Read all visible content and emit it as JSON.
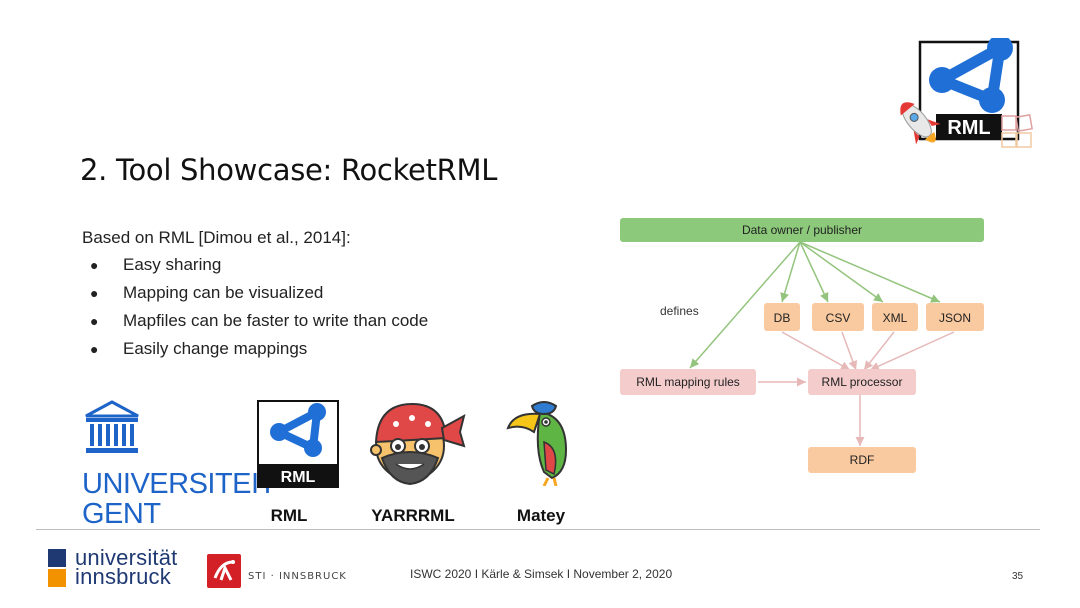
{
  "slide": {
    "title": "2. Tool Showcase: RocketRML",
    "intro": "Based on RML [Dimou et al., 2014]:",
    "bullets": [
      "Easy sharing",
      "Mapping can be visualized",
      "Mapfiles can be faster to write than code",
      "Easily change mappings"
    ]
  },
  "corner_logo": {
    "label": "RML",
    "icon": "rocket-rml-logo"
  },
  "diagram": {
    "owner": "Data owner / publisher",
    "defines": "defines",
    "formats": [
      "DB",
      "CSV",
      "XML",
      "JSON"
    ],
    "mapping_rules": "RML mapping rules",
    "processor": "RML processor",
    "output": "RDF",
    "colors": {
      "green": "#8cc97a",
      "orange": "#f9c9a0",
      "pink": "#f4cccc",
      "arrow_green": "#93c47d",
      "arrow_pink": "#e6b8b8"
    }
  },
  "logos": {
    "ugent_line1": "UNIVERSITEIT",
    "ugent_line2": "GENT",
    "rml_badge": "RML",
    "rml_caption": "RML",
    "yarrrml_caption": "YARRRML",
    "matey_caption": "Matey"
  },
  "footer": {
    "uibk_line1": "universität",
    "uibk_line2": "innsbruck",
    "sti": "STI · INNSBRUCK",
    "citation": "ISWC 2020 I Kärle & Simsek I November 2, 2020",
    "page": "35"
  }
}
